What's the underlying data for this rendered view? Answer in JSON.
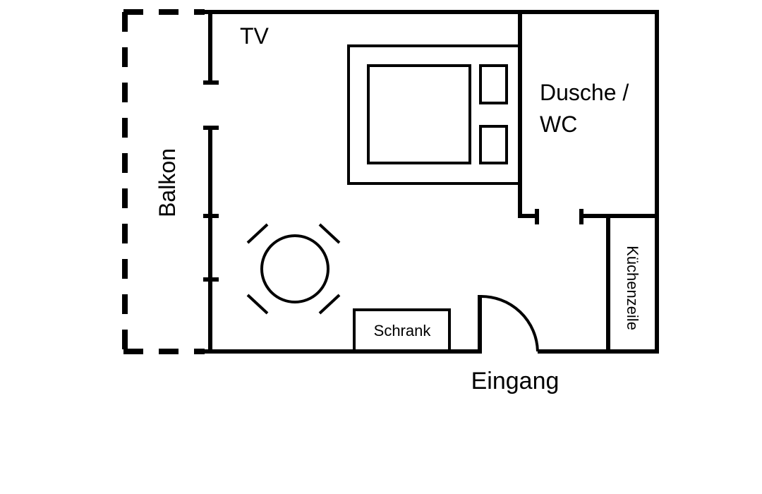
{
  "floorplan": {
    "labels": {
      "tv": "TV",
      "bathroom_line1": "Dusche /",
      "bathroom_line2": "WC",
      "balcony": "Balkon",
      "kitchenette": "Küchenzeile",
      "wardrobe": "Schrank",
      "entrance": "Eingang"
    }
  }
}
